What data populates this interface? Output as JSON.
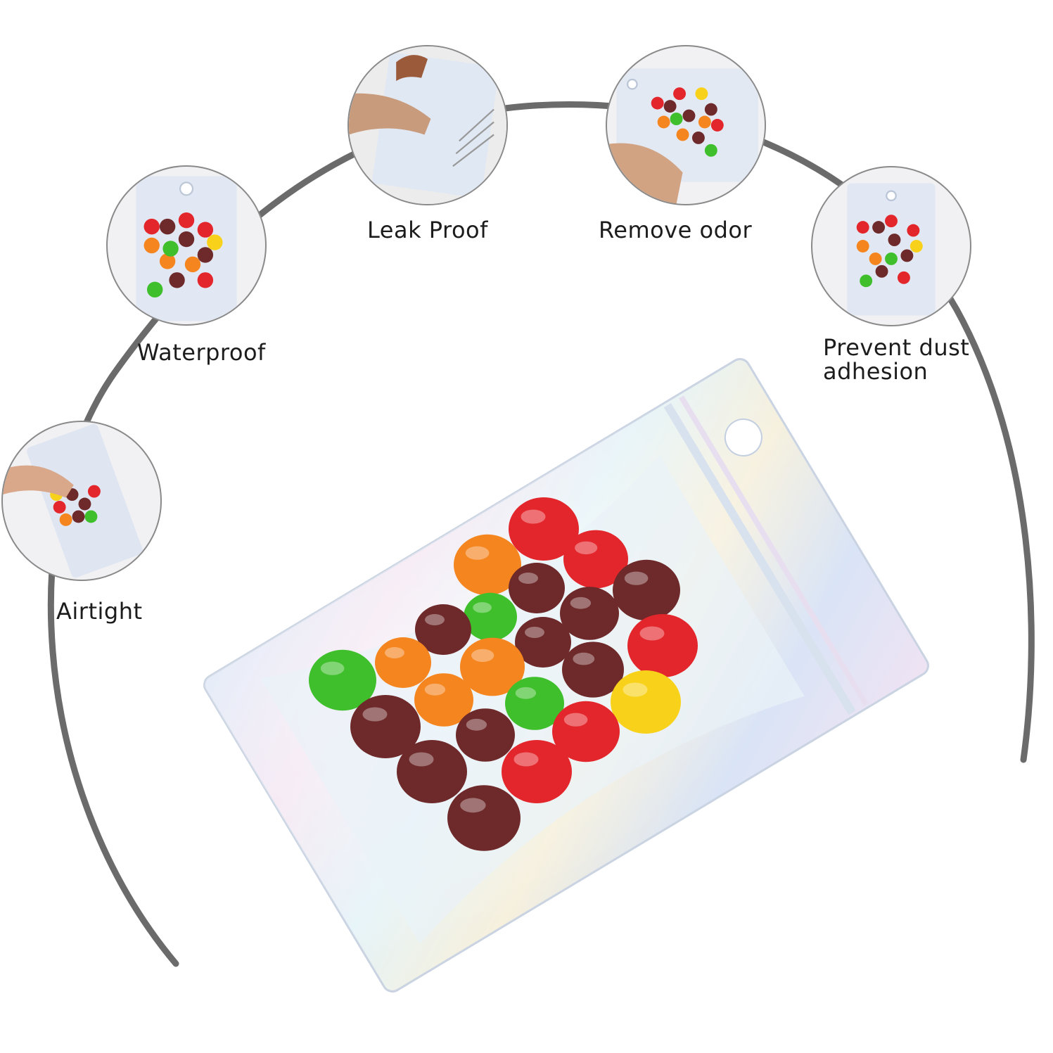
{
  "features": [
    {
      "id": "airtight",
      "label": "Airtight",
      "icon": "airtight-photo"
    },
    {
      "id": "waterproof",
      "label": "Waterproof",
      "icon": "waterproof-photo"
    },
    {
      "id": "leak-proof",
      "label": "Leak Proof",
      "icon": "leak-proof-photo"
    },
    {
      "id": "remove-odor",
      "label": "Remove odor",
      "icon": "remove-odor-photo"
    },
    {
      "id": "prevent-dust",
      "label": "Prevent dust adhesion",
      "line1": "Prevent dust",
      "line2": "adhesion",
      "icon": "prevent-dust-photo"
    }
  ],
  "colors": {
    "arc": "#6b6b6b",
    "candy_red": "#e3262b",
    "candy_orange": "#f5851f",
    "candy_green": "#3fbf2b",
    "candy_yellow": "#f8d21a",
    "candy_maroon": "#6e2a2a"
  }
}
